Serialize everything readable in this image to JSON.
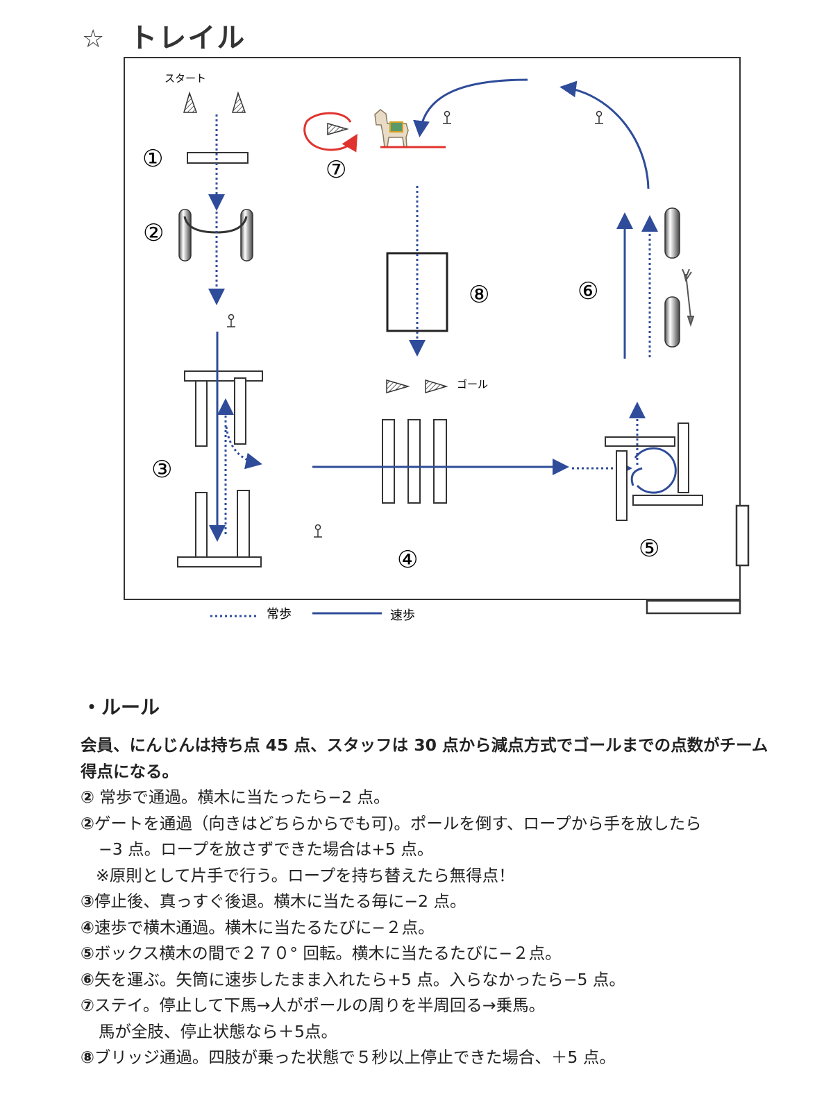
{
  "title": {
    "star": "☆",
    "text": "トレイル"
  },
  "diagram": {
    "start_label": "スタート",
    "goal_label": "ゴール",
    "stations": [
      "①",
      "②",
      "③",
      "④",
      "⑤",
      "⑥",
      "⑦",
      "⑧"
    ],
    "legend": {
      "walk": "常歩",
      "trot": "速歩"
    },
    "colors": {
      "path": "#2f4c9a",
      "red": "#e0332e",
      "line": "#222222"
    }
  },
  "rules": {
    "heading": "・ルール",
    "intro": "会員、にんじんは持ち点 45 点、スタッフは 30 点から減点方式でゴールまでの点数がチーム得点になる。",
    "lines": [
      {
        "num": "②",
        "text": " 常歩で通過。横木に当たったら−2 点。"
      },
      {
        "num": "②",
        "text": "ゲートを通過（向きはどちらからでも可)。ポールを倒す、ロープから手を放したら"
      },
      {
        "text": "−3 点。ロープを放さずできた場合は+5 点。"
      },
      {
        "text": "※原則として片手で行う。ロープを持ち替えたら無得点！"
      },
      {
        "num": "③",
        "text": "停止後、真っすぐ後退。横木に当たる毎に−2 点。"
      },
      {
        "num": "④",
        "text": "速歩で横木通過。横木に当たるたびに−２点。"
      },
      {
        "num": "⑤",
        "text": "ボックス横木の間で２７０° 回転。横木に当たるたびに−２点。"
      },
      {
        "num": "⑥",
        "text": "矢を運ぶ。矢筒に速歩したまま入れたら+5 点。入らなかったら−5 点。"
      },
      {
        "num": "⑦",
        "text": "ステイ。停止して下馬→人がポールの周りを半周回る→乗馬。"
      },
      {
        "text": "馬が全肢、停止状態なら＋5点。"
      },
      {
        "num": "⑧",
        "text": "ブリッジ通過。四肢が乗った状態で５秒以上停止できた場合、＋5 点。"
      }
    ]
  }
}
